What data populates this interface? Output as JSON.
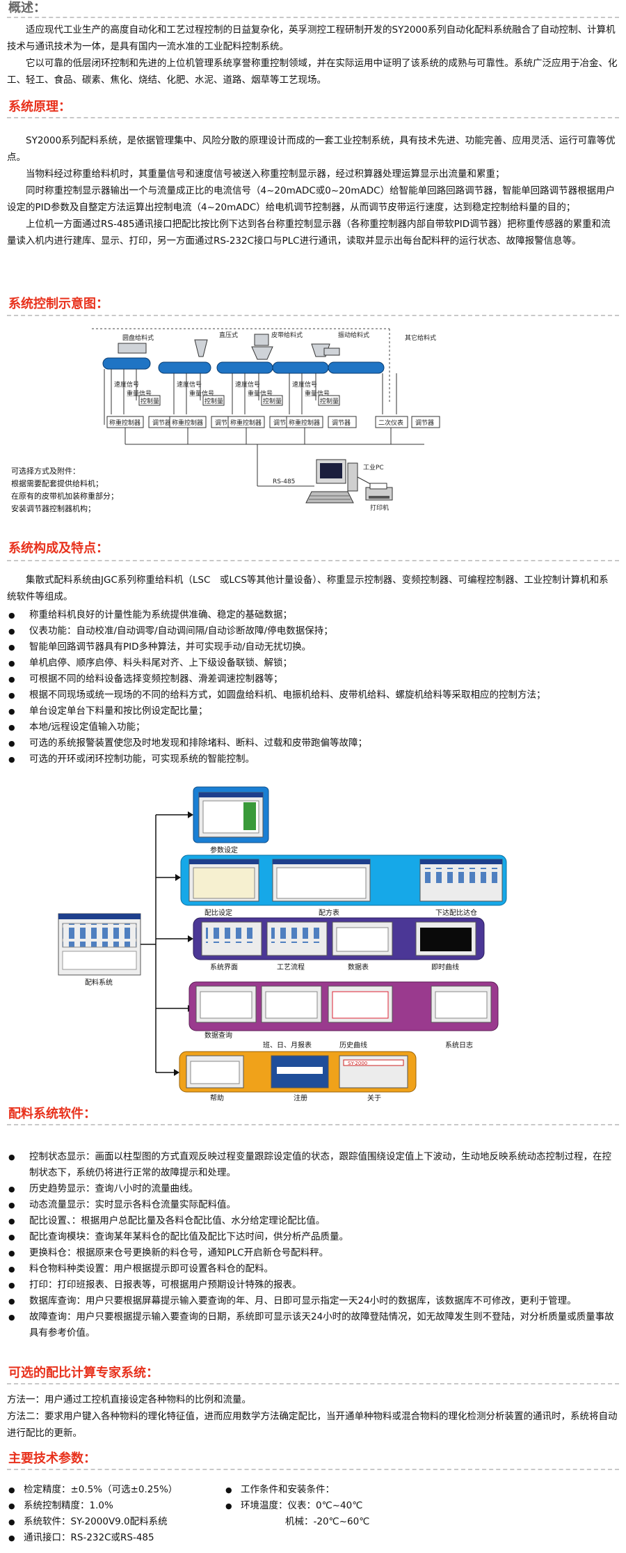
{
  "overview": {
    "heading": "概述：",
    "paragraphs": [
      "适应现代工业生产的高度自动化和工艺过程控制的日益复杂化，英孚测控工程研制开发的SY2000系列自动化配料系统融合了自动控制、计算机技术与通讯技术为一体，是具有国内一流水准的工业配料控制系统。",
      "它以可靠的低层闭环控制和先进的上位机管理系统享誉称重控制领域，并在实际运用中证明了该系统的成熟与可靠性。系统广泛应用于冶金、化工、轻工、食品、碳素、焦化、烧结、化肥、水泥、道路、烟草等工艺现场。"
    ]
  },
  "principle": {
    "heading": "系统原理：",
    "paragraphs": [
      "SY2000系列配料系统，是依据管理集中、风险分散的原理设计而成的一套工业控制系统，具有技术先进、功能完善、应用灵活、运行可靠等优点。",
      "当物料经过称重给料机时，其重量信号和速度信号被送入称重控制显示器，经过积算器处理运算显示出流量和累重；",
      "同时称重控制显示器输出一个与流量成正比的电流信号（4~20mADC或0~20mADC）给智能单回路回路调节器，智能单回路调节器根据用户设定的PID参数及自整定方法运算出控制电流（4~20mADC）给电机调节控制器，从而调节皮带运行速度，达到稳定控制给料量的目的；",
      "上位机一方面通过RS-485通讯接口把配比按比例下达到各台称重控制显示器（各称重控制器内部自带软PID调节器）把称重传感器的累重和流量读入机内进行建库、显示、打印，另一方面通过RS-232C接口与PLC进行通讯，读取并显示出每台配料秤的运行状态、故障报警信息等。"
    ]
  },
  "diagram": {
    "heading": "系统控制示意图：",
    "feeder_labels": [
      "圆盘给料式",
      "直压式",
      "皮带给料式",
      "振动给料式",
      "其它给料式"
    ],
    "signal_labels": [
      "速度信号",
      "重量信号",
      "控制量"
    ],
    "controller_label": "称重控制器",
    "regulator_label": "调节器",
    "secondary_label": "二次仪表",
    "bus_label": "RS-485",
    "pc_label": "工业PC",
    "printer_label": "打印机",
    "notes": [
      "可选择方式及附件：",
      "根据需要配套提供给料机；",
      "在原有的皮带机加装称重部分；",
      "安装调节器控制器机构；"
    ]
  },
  "features": {
    "heading": "系统构成及特点：",
    "intro": "集散式配料系统由JGC系列称重给料机（LSC　或LCS等其他计量设备）、称重显示控制器、变频控制器、可编程控制器、工业控制计算机和系统软件等组成。",
    "items": [
      "称重给料机良好的计量性能为系统提供准确、稳定的基础数据；",
      "仪表功能：自动校准/自动调零/自动调间隔/自动诊断故障/停电数据保持；",
      "智能单回路调节器具有PID多种算法，并可实现手动/自动无扰切换。",
      "单机启停、顺序启停、料头料尾对齐、上下级设备联锁、解锁；",
      "可根据不同的给料设备选择变频控制器、滑差调速控制器等；",
      "根据不同现场或统一现场的不同的给料方式，如圆盘给料机、电振机给料、皮带机给料、螺旋机给料等采取相应的控制方法；",
      "单台设定单台下料量和按比例设定配比量；",
      "本地/远程设定值输入功能；",
      "可选的系统报警装置使您及时地发现和排除堵料、断料、过载和皮带跑偏等故障；",
      "可选的开环或闭环控制功能，可实现系统的智能控制。"
    ]
  },
  "software_tree": {
    "root_label": "配料系统",
    "branch_labels": {
      "params": "参数设定",
      "ratio_set": "配比设定",
      "formula": "配方表",
      "send_ratio": "下达配比达仓",
      "system_ui": "系统界面",
      "process_flow": "工艺流程",
      "data_table": "数据表",
      "realtime_curve": "即时曲线",
      "data_query": "数据查询",
      "reports": "班、日、月报表",
      "history_curve": "历史曲线",
      "system_log": "系统日志",
      "help": "帮助",
      "register": "注册",
      "about": "关于"
    },
    "about_brand": "SY-2000"
  },
  "software": {
    "heading": "配料系统软件：",
    "items": [
      "控制状态显示：画面以柱型图的方式直观反映过程变量跟踪设定值的状态，跟踪值围绕设定值上下波动，生动地反映系统动态控制过程，在控制状态下，系统仍将进行正常的故障提示和处理。",
      "历史趋势显示：查询八小时的流量曲线。",
      "动态流量显示：实时显示各料仓流量实际配料值。",
      "配比设置、：根据用户总配比量及各料仓配比值、水分给定理论配比值。",
      "配比查询模块：查询某年某料仓的配比值及配比下达时间，供分析产品质量。",
      "更换料仓：根据原来仓号更换新的料仓号，通知PLC开启新仓号配料秤。",
      "料仓物料种类设置：用户根据提示即可设置各料仓的配料。",
      "打印：打印班报表、日报表等，可根据用户预期设计特殊的报表。",
      "数据库查询：用户只要根据屏幕提示输入要查询的年、月、日即可显示指定一天24小时的数据库，该数据库不可修改，更利于管理。",
      "故障查询：用户只要根据提示输入要查询的日期，系统即可显示该天24小时的故障登陆情况，如无故障发生则不登陆，对分析质量或质量事故具有参考价值。"
    ]
  },
  "expert": {
    "heading": "可选的配比计算专家系统：",
    "paragraphs": [
      "方法一：用户通过工控机直接设定各种物料的比例和流量。",
      "方法二：要求用户键入各种物料的理化特征值，进而应用数学方法确定配比，当开通单种物料或混合物料的理化检测分析装置的通讯时，系统将自动进行配比的更新。"
    ]
  },
  "specs": {
    "heading": "主要技术参数：",
    "left": [
      "检定精度：±0.5%（可选±0.25%）",
      "系统控制精度：1.0%",
      "系统软件：SY-2000V9.0配料系统",
      "通讯接口：RS-232C或RS-485"
    ],
    "right_title": "工作条件和安装条件：",
    "right_env": "环境温度：仪表：0℃~40℃",
    "right_machine": "机械：-20℃~60℃"
  },
  "colors": {
    "gray_heading": "#666666",
    "red_heading": "#e8311c",
    "belt_blue": "#1f74c4",
    "panel_blue": "#1a7fd4",
    "panel_cyan": "#16a8e8",
    "panel_purple": "#4b3796",
    "panel_magenta": "#9a3a8e",
    "panel_orange": "#f0a21a"
  }
}
